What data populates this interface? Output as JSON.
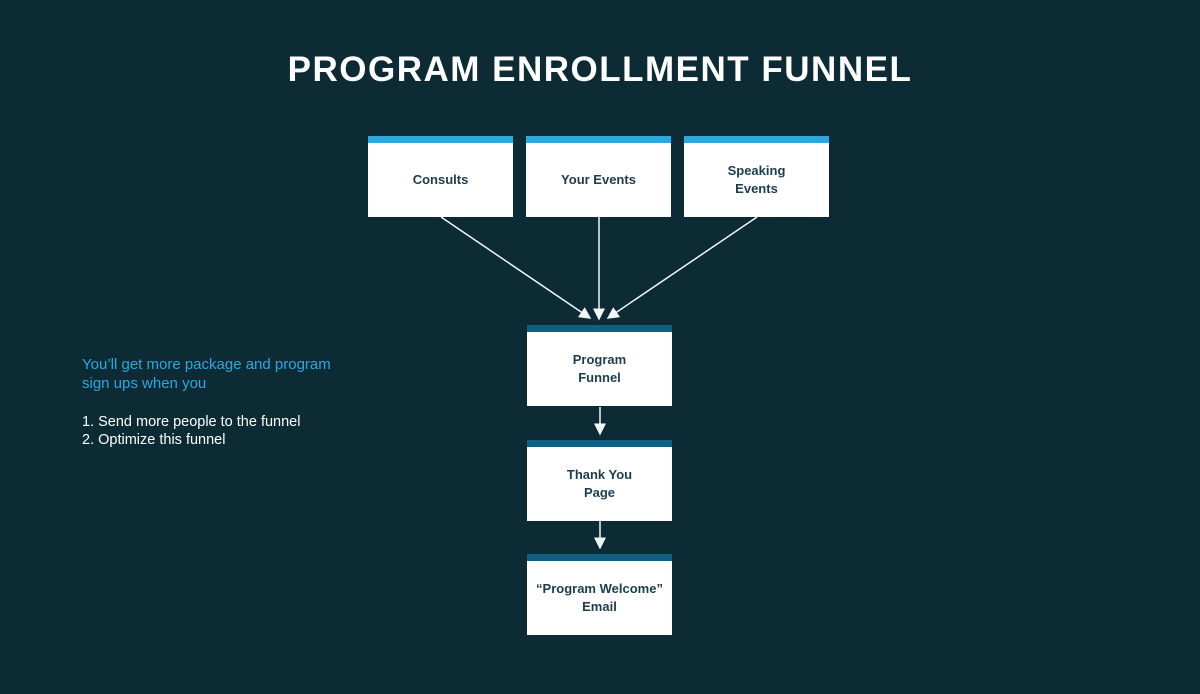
{
  "title": "PROGRAM ENROLLMENT FUNNEL",
  "nodes": {
    "consults": {
      "label": "Consults"
    },
    "your_events": {
      "label": "Your Events"
    },
    "speaking_events": {
      "label": "Speaking\nEvents"
    },
    "program_funnel": {
      "label": "Program\nFunnel"
    },
    "thank_you_page": {
      "label": "Thank You\nPage"
    },
    "welcome_email": {
      "label": "“Program Welcome”\nEmail"
    }
  },
  "sidebar": {
    "highlight": "You’ll get more package and program\nsign ups when you",
    "items": [
      "1. Send more people to the funnel",
      "2. Optimize this funnel"
    ]
  },
  "colors": {
    "background": "#0d2b34",
    "accent_blue": "#29a9e0",
    "dark_teal_bar": "#0e6183",
    "node_text": "#1c3c50",
    "text_white": "#ffffff",
    "arrow": "#f2f6f7"
  }
}
